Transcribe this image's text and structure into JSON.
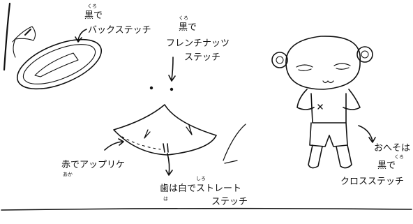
{
  "labels": {
    "back_stitch": {
      "ruby": "くろ",
      "line1": "黒で",
      "line2": "バックステッチ"
    },
    "french_knots": {
      "ruby": "くろ",
      "line1": "黒で",
      "line2": "フレンチナッツ",
      "line3": "ステッチ"
    },
    "applique": {
      "text": "赤でアップリケ",
      "ruby": "あか"
    },
    "teeth": {
      "ruby_white": "しろ",
      "text": "歯は白でストレート",
      "ruby_teeth": "は",
      "line2": "ステッチ"
    },
    "navel": {
      "line1": "おへそは",
      "ruby": "くろ",
      "line2": "黒で",
      "line3": "クロスステッチ"
    }
  },
  "colors": {
    "ink": "#111111",
    "background": "#ffffff"
  }
}
